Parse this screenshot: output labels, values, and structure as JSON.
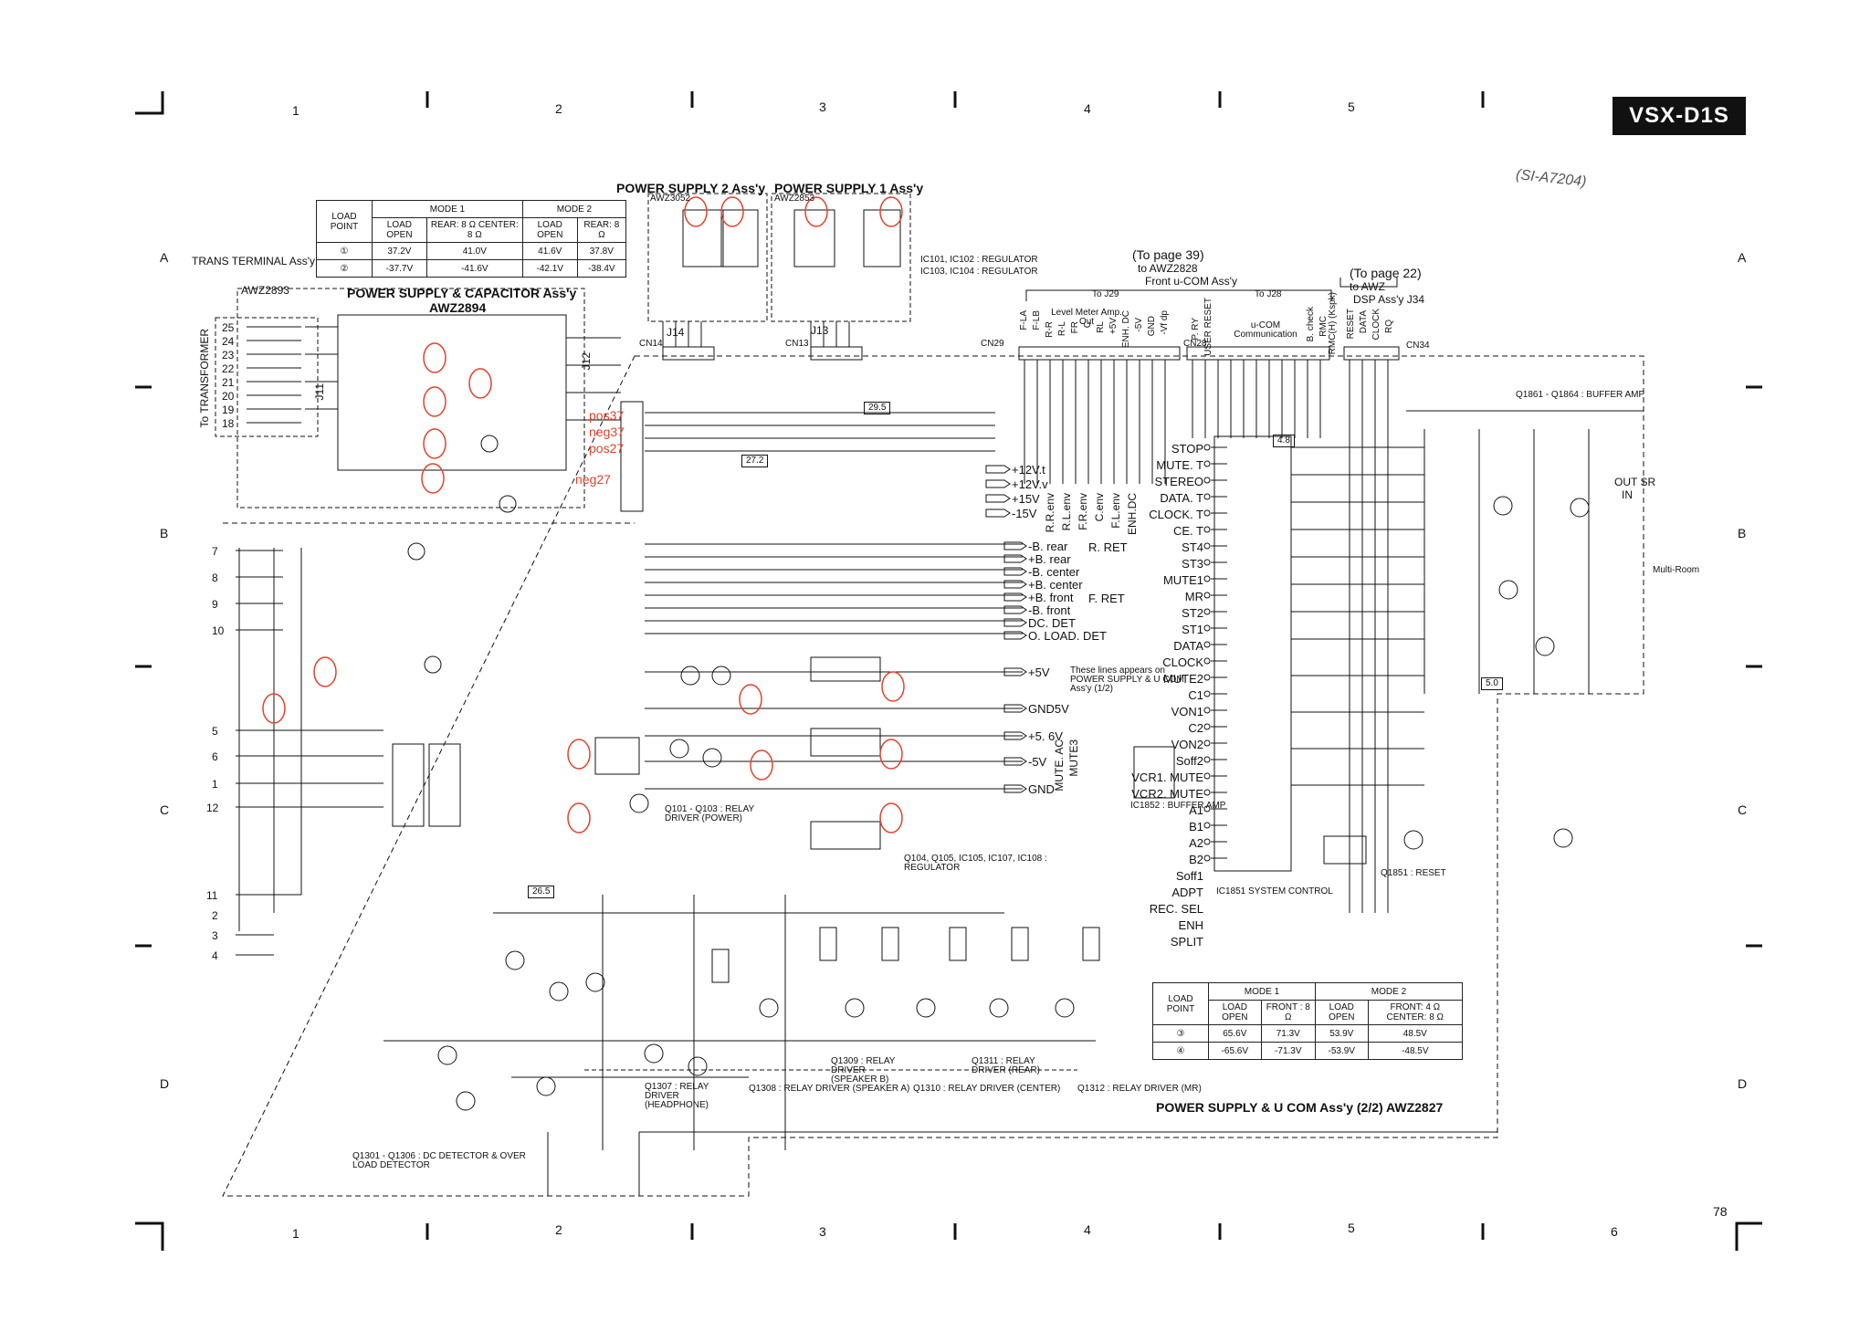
{
  "model_badge": "VSX-D1S",
  "handwritten_note": "(SI-A7204)",
  "page_number": "78",
  "column_labels": [
    "1",
    "2",
    "3",
    "4",
    "5",
    "6"
  ],
  "row_labels": [
    "A",
    "B",
    "C",
    "D"
  ],
  "headers": {
    "trans_terminal": "TRANS TERMINAL Ass'y",
    "trans_terminal_part": "AWZ2893",
    "ps_cap": "POWER SUPPLY & CAPACITOR Ass'y",
    "ps_cap_part": "AWZ2894",
    "ps2": "POWER SUPPLY 2 Ass'y",
    "ps2_part": "AWZ3052",
    "ps1": "POWER SUPPLY 1 Ass'y",
    "ps1_part": "AWZ2853",
    "to_transformer": "To TRANSFORMER",
    "ic_regulator_1": "IC101, IC102 : REGULATOR",
    "ic_regulator_2": "IC103, IC104 : REGULATOR",
    "to_page_39": "(To page 39)",
    "to_awz2828": "to AWZ2828",
    "front_ucom": "Front u-COM Ass'y",
    "to_j29": "To J29",
    "to_j28": "To J28",
    "to_page_22": "(To page 22)",
    "to_awz": "to AWZ",
    "dsp_assy": "DSP Ass'y J34",
    "level_meter": "Level Meter Amp. Out",
    "ucom_comm": "u-COM Communication",
    "buffer_amp": "Q1861 - Q1864 : BUFFER AMP",
    "ic1852": "IC1852 : BUFFER AMP",
    "ic1851": "IC1851 SYSTEM CONTROL",
    "q1851": "Q1851 : RESET",
    "reg_note": "Q104, Q105, IC105, IC107, IC108 : REGULATOR",
    "relay_driver_power": "Q101 - Q103 : RELAY DRIVER (POWER)",
    "these_lines": "These lines appears on POWER SUPPLY & U COM Ass'y (1/2)",
    "dc_detector": "Q1301 - Q1306 : DC DETECTOR & OVER LOAD DETECTOR",
    "q1307": "Q1307 : RELAY DRIVER (HEADPHONE)",
    "q1308": "Q1308 : RELAY DRIVER (SPEAKER A)",
    "q1309": "Q1309 : RELAY DRIVER (SPEAKER B)",
    "q1310": "Q1310 : RELAY DRIVER (CENTER)",
    "q1311": "Q1311 : RELAY DRIVER (REAR)",
    "q1312": "Q1312 : RELAY DRIVER (MR)",
    "footer_title": "POWER SUPPLY & U COM Ass'y (2/2) AWZ2827",
    "multi_room": "Multi-Room",
    "out_sr": "OUT SR",
    "in_label": "IN"
  },
  "table1": {
    "point_label": "POINT",
    "load_label": "LOAD",
    "mode1": "MODE 1",
    "mode2": "MODE 2",
    "cols": [
      "LOAD OPEN",
      "REAR: 8 Ω CENTER: 8 Ω",
      "LOAD OPEN",
      "REAR: 8 Ω"
    ],
    "rows": [
      {
        "point": "①",
        "vals": [
          "37.2V",
          "41.0V",
          "41.6V",
          "37.8V"
        ]
      },
      {
        "point": "②",
        "vals": [
          "-37.7V",
          "-41.6V",
          "-42.1V",
          "-38.4V"
        ]
      }
    ]
  },
  "table2": {
    "point_label": "POINT",
    "load_label": "LOAD",
    "mode1": "MODE 1",
    "mode2": "MODE 2",
    "cols": [
      "LOAD OPEN",
      "FRONT : 8 Ω",
      "LOAD OPEN",
      "FRONT: 4 Ω CENTER: 8 Ω"
    ],
    "rows": [
      {
        "point": "③",
        "vals": [
          "65.6V",
          "71.3V",
          "53.9V",
          "48.5V"
        ]
      },
      {
        "point": "④",
        "vals": [
          "-65.6V",
          "-71.3V",
          "-53.9V",
          "-48.5V"
        ]
      }
    ]
  },
  "annotations": {
    "pos37": "pos37",
    "neg37": "neg37",
    "pos27": "pos27",
    "neg27": "neg27"
  },
  "connectors": {
    "cn14": "CN14",
    "cn13": "CN13",
    "cn29": "CN29",
    "cn28": "CN28",
    "cn34": "CN34",
    "j14": "J14",
    "j13": "J13",
    "j11": "J11",
    "j12": "J12"
  },
  "trans_pins": [
    "25",
    "24",
    "23",
    "22",
    "21",
    "20",
    "19",
    "18"
  ],
  "left_pins_b": [
    "7",
    "8",
    "9",
    "10"
  ],
  "left_pins_c": [
    "5",
    "6",
    "1",
    "12"
  ],
  "left_pins_d": [
    "11",
    "2",
    "3",
    "4"
  ],
  "supply_rails": [
    "+12V.t",
    "+12V.v",
    "+15V",
    "-15V"
  ],
  "env_labels": [
    "R.R.env",
    "R.L.env",
    "F.R.env",
    "C.env",
    "F.L.env",
    "ENH.DC"
  ],
  "rail_outputs": [
    "-B. rear",
    "+B. rear",
    "-B. center",
    "+B. center",
    "+B. front",
    "-B. front",
    "DC. DET",
    "O. LOAD. DET"
  ],
  "rail_ret": [
    "R. RET",
    "F. RET"
  ],
  "volt_outputs": [
    "+5V",
    "GND5V",
    "+5. 6V",
    "-5V",
    "GND"
  ],
  "mute_labels": [
    "MUTE. AC",
    "MUTE3"
  ],
  "cn29_pins": [
    "F-LA",
    "F-LB",
    "R-R",
    "R-L",
    "FR",
    "C",
    "RL",
    "+5V",
    "ENH. DC",
    "-5V",
    "GND",
    "-Vf dp"
  ],
  "cn28_pins": [
    "P. RY",
    "USER RESET",
    "",
    "",
    "",
    "",
    "",
    "B. check",
    "RMC",
    "RMC(H) (Kspk)"
  ],
  "cn34_pins": [
    "RESET",
    "DATA",
    "CLOCK",
    "RQ"
  ],
  "ucom_signals": [
    "STOP",
    "MUTE. T",
    "STEREO",
    "DATA. T",
    "CLOCK. T",
    "CE. T",
    "ST4",
    "ST3",
    "MUTE1",
    "MR",
    "ST2",
    "ST1",
    "DATA",
    "CLOCK",
    "MUTE2",
    "C1",
    "VON1",
    "C2",
    "VON2",
    "Soff2",
    "VCR1. MUTE",
    "VCR2. MUTE",
    "A1",
    "B1",
    "A2",
    "B2",
    "Soff1",
    "ADPT",
    "REC. SEL",
    "ENH",
    "SPLIT"
  ],
  "small_values": {
    "v48": "4.8",
    "v295": "29.5",
    "v272": "27.2",
    "v265": "26.5",
    "v50": "5.0"
  }
}
